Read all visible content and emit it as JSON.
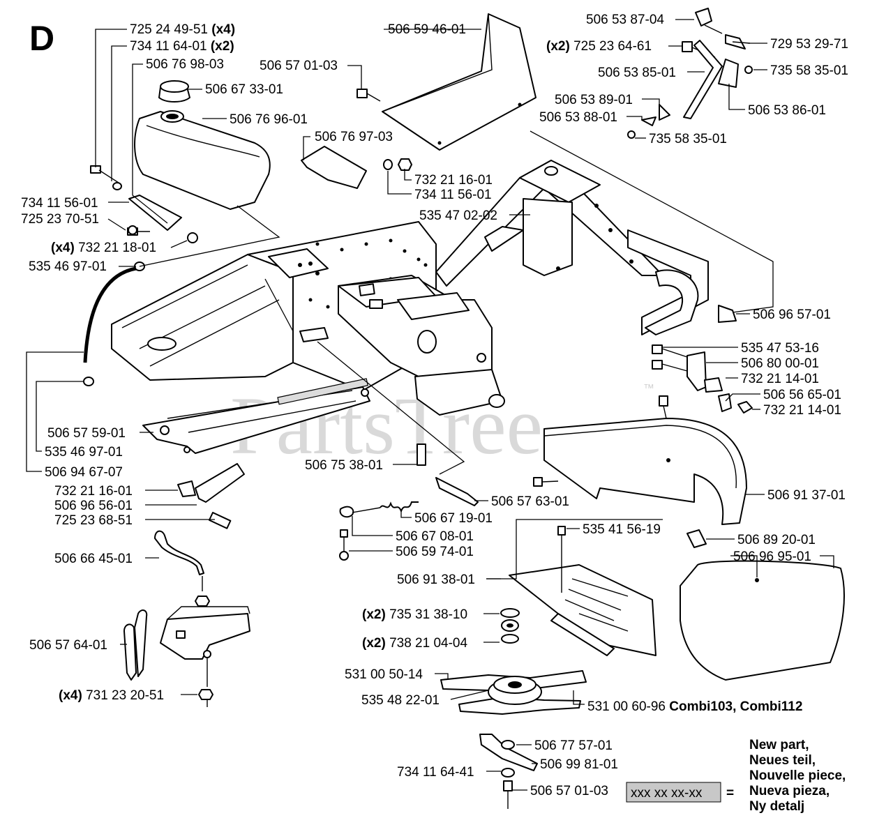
{
  "section_letter": "D",
  "watermark": {
    "text": "PartsTree",
    "trademark": "™"
  },
  "callouts": {
    "c725244951": {
      "qty": "",
      "num": "725 24 49-51",
      "suffix": "(x4)"
    },
    "c734116401": {
      "qty": "",
      "num": "734 11 64-01",
      "suffix": "(x2)"
    },
    "c506769803": {
      "qty": "",
      "num": "506 76 98-03",
      "suffix": ""
    },
    "c506673301": {
      "qty": "",
      "num": "506 67 33-01",
      "suffix": ""
    },
    "c506769601": {
      "qty": "",
      "num": "506 76 96-01",
      "suffix": ""
    },
    "c506769703": {
      "qty": "",
      "num": "506 76 97-03",
      "suffix": ""
    },
    "c732211601a": {
      "qty": "",
      "num": "732 21 16-01",
      "suffix": ""
    },
    "c734115601a": {
      "qty": "",
      "num": "734 11 56-01",
      "suffix": ""
    },
    "c734115601b": {
      "qty": "",
      "num": "734 11 56-01",
      "suffix": ""
    },
    "c725237051": {
      "qty": "",
      "num": "725 23 70-51",
      "suffix": ""
    },
    "c732211801": {
      "qty": "(x4)",
      "num": "732 21 18-01",
      "suffix": ""
    },
    "c535469701a": {
      "qty": "",
      "num": "535 46 97-01",
      "suffix": ""
    },
    "c506594601": {
      "qty": "",
      "num": "506 59 46-01",
      "suffix": ""
    },
    "c506570103a": {
      "qty": "",
      "num": "506 57 01-03",
      "suffix": ""
    },
    "c535470202": {
      "qty": "",
      "num": "535 47 02-02",
      "suffix": ""
    },
    "c506538704": {
      "qty": "",
      "num": "506 53 87-04",
      "suffix": ""
    },
    "c725236461": {
      "qty": "(x2)",
      "num": "725 23 64-61",
      "suffix": ""
    },
    "c729532971": {
      "qty": "",
      "num": "729 53 29-71",
      "suffix": ""
    },
    "c506538501": {
      "qty": "",
      "num": "506 53 85-01",
      "suffix": ""
    },
    "c735583501a": {
      "qty": "",
      "num": "735 58 35-01",
      "suffix": ""
    },
    "c506538901": {
      "qty": "",
      "num": "506 53 89-01",
      "suffix": ""
    },
    "c506538601": {
      "qty": "",
      "num": "506 53 86-01",
      "suffix": ""
    },
    "c506538801": {
      "qty": "",
      "num": "506 53 88-01",
      "suffix": ""
    },
    "c735583501b": {
      "qty": "",
      "num": "735 58 35-01",
      "suffix": ""
    },
    "c506965701": {
      "qty": "",
      "num": "506 96 57-01",
      "suffix": ""
    },
    "c535475316": {
      "qty": "",
      "num": "535 47 53-16",
      "suffix": ""
    },
    "c506800001": {
      "qty": "",
      "num": "506 80 00-01",
      "suffix": ""
    },
    "c732211401a": {
      "qty": "",
      "num": "732 21 14-01",
      "suffix": ""
    },
    "c506566501": {
      "qty": "",
      "num": "506 56 65-01",
      "suffix": ""
    },
    "c732211401b": {
      "qty": "",
      "num": "732 21 14-01",
      "suffix": ""
    },
    "c506575901": {
      "qty": "",
      "num": "506 57 59-01",
      "suffix": ""
    },
    "c535469701b": {
      "qty": "",
      "num": "535 46 97-01",
      "suffix": ""
    },
    "c506946707": {
      "qty": "",
      "num": "506 94 67-07",
      "suffix": ""
    },
    "c732211601b": {
      "qty": "",
      "num": "732 21 16-01",
      "suffix": ""
    },
    "c506965601": {
      "qty": "",
      "num": "506 96 56-01",
      "suffix": ""
    },
    "c725236851": {
      "qty": "",
      "num": "725 23 68-51",
      "suffix": ""
    },
    "c506664501": {
      "qty": "",
      "num": "506 66 45-01",
      "suffix": ""
    },
    "c506576401": {
      "qty": "",
      "num": "506 57 64-01",
      "suffix": ""
    },
    "c731232051": {
      "qty": "(x4)",
      "num": "731 23 20-51",
      "suffix": ""
    },
    "c506753801": {
      "qty": "",
      "num": "506 75 38-01",
      "suffix": ""
    },
    "c506576301": {
      "qty": "",
      "num": "506 57 63-01",
      "suffix": ""
    },
    "c506671901": {
      "qty": "",
      "num": "506 67 19-01",
      "suffix": ""
    },
    "c506670801": {
      "qty": "",
      "num": "506 67 08-01",
      "suffix": ""
    },
    "c506597401": {
      "qty": "",
      "num": "506 59 74-01",
      "suffix": ""
    },
    "c506913701": {
      "qty": "",
      "num": "506 91 37-01",
      "suffix": ""
    },
    "c535415619": {
      "qty": "",
      "num": "535 41 56-19",
      "suffix": ""
    },
    "c506892001": {
      "qty": "",
      "num": "506 89 20-01",
      "suffix": ""
    },
    "c506969501": {
      "qty": "",
      "num": "506 96 95-01",
      "suffix": ""
    },
    "c506913801": {
      "qty": "",
      "num": "506 91 38-01",
      "suffix": ""
    },
    "c735313810": {
      "qty": "(x2)",
      "num": "735 31 38-10",
      "suffix": ""
    },
    "c738210404": {
      "qty": "(x2)",
      "num": "738 21 04-04",
      "suffix": ""
    },
    "c531005014": {
      "qty": "",
      "num": "531 00 50-14",
      "suffix": ""
    },
    "c535482201": {
      "qty": "",
      "num": "535 48 22-01",
      "suffix": ""
    },
    "c531006096": {
      "qty": "",
      "num": "531 00 60-96",
      "suffix": "Combi103, Combi112"
    },
    "c506775701": {
      "qty": "",
      "num": "506 77 57-01",
      "suffix": ""
    },
    "c506998101": {
      "qty": "",
      "num": "506 99 81-01",
      "suffix": ""
    },
    "c734116441": {
      "qty": "",
      "num": "734 11 64-41",
      "suffix": ""
    },
    "c506570103b": {
      "qty": "",
      "num": "506 57 01-03",
      "suffix": ""
    }
  },
  "legend": {
    "box_text": "xxx xx xx-xx",
    "equals": "=",
    "lines": [
      "New part,",
      "Neues teil,",
      "Nouvelle piece,",
      "Nueva pieza,",
      "Ny detalj"
    ]
  }
}
